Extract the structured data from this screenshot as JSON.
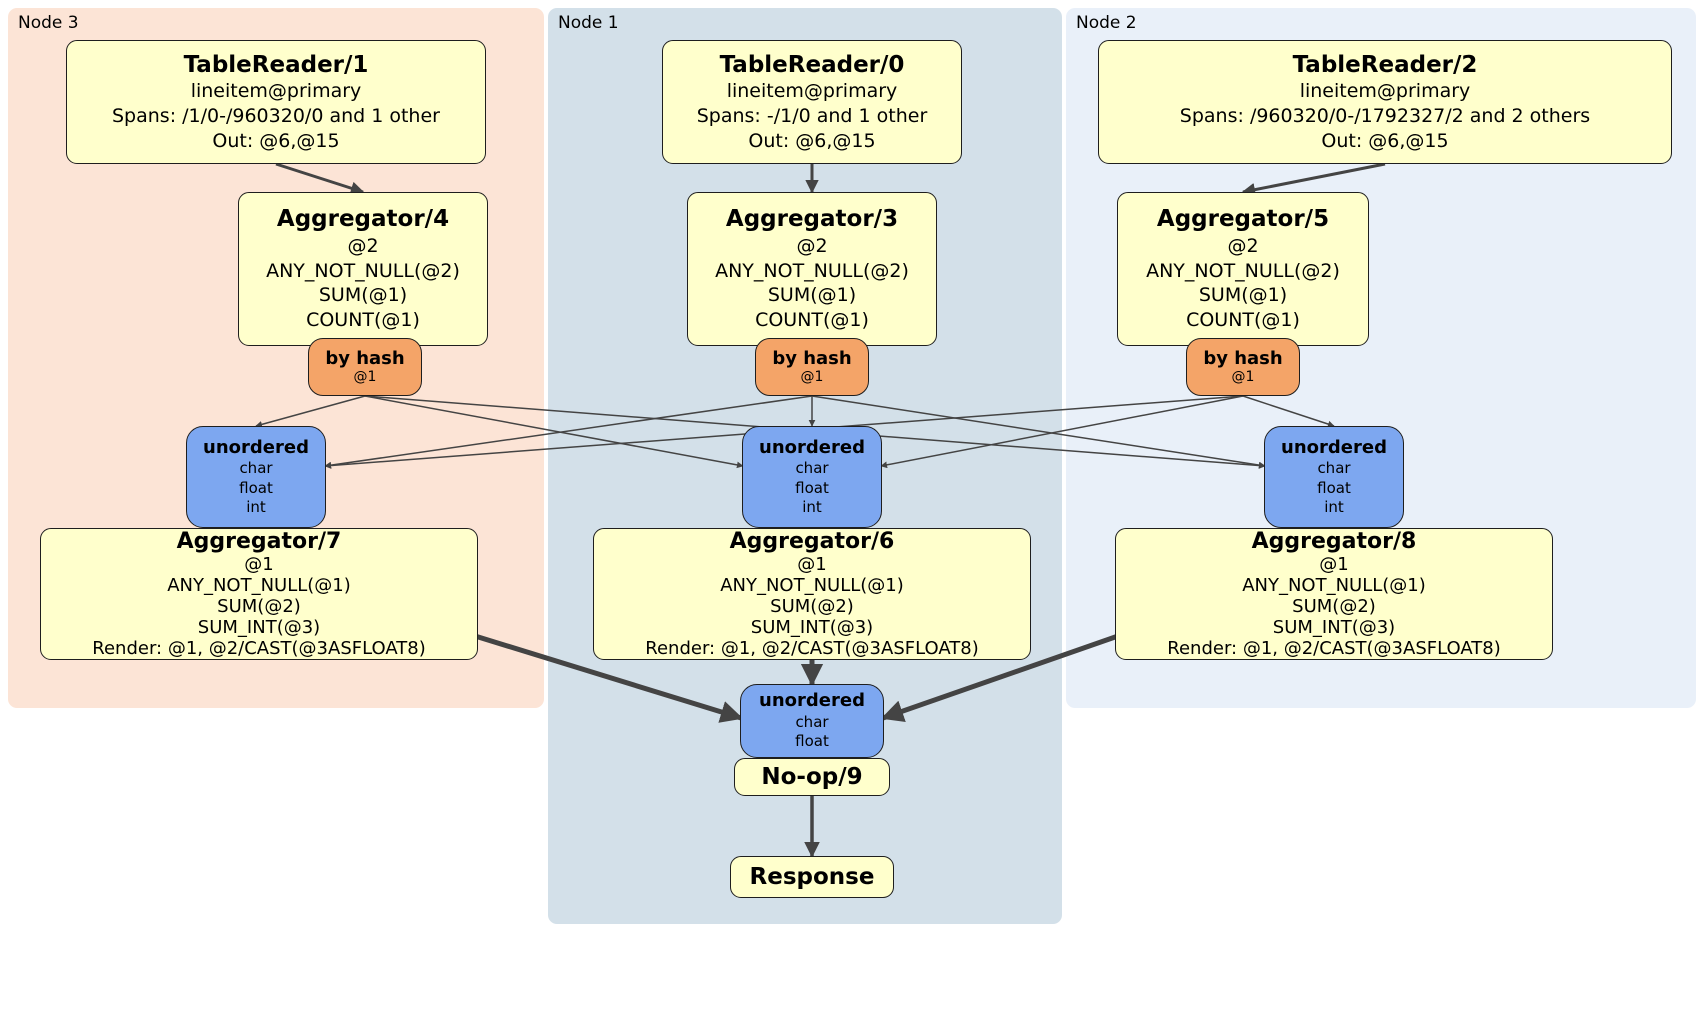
{
  "regions": {
    "node3": {
      "label": "Node 3"
    },
    "node1": {
      "label": "Node 1"
    },
    "node2": {
      "label": "Node 2"
    }
  },
  "boxes": {
    "tr1": {
      "title": "TableReader/1",
      "lines": [
        "lineitem@primary",
        "Spans: /1/0-/960320/0 and 1 other",
        "Out: @6,@15"
      ]
    },
    "tr0": {
      "title": "TableReader/0",
      "lines": [
        "lineitem@primary",
        "Spans: -/1/0 and 1 other",
        "Out: @6,@15"
      ]
    },
    "tr2": {
      "title": "TableReader/2",
      "lines": [
        "lineitem@primary",
        "Spans: /960320/0-/1792327/2 and 2 others",
        "Out: @6,@15"
      ]
    },
    "agg4": {
      "title": "Aggregator/4",
      "lines": [
        "@2",
        "ANY_NOT_NULL(@2)",
        "SUM(@1)",
        "COUNT(@1)"
      ]
    },
    "agg3": {
      "title": "Aggregator/3",
      "lines": [
        "@2",
        "ANY_NOT_NULL(@2)",
        "SUM(@1)",
        "COUNT(@1)"
      ]
    },
    "agg5": {
      "title": "Aggregator/5",
      "lines": [
        "@2",
        "ANY_NOT_NULL(@2)",
        "SUM(@1)",
        "COUNT(@1)"
      ]
    },
    "hashL": {
      "title": "by hash",
      "lines": [
        "@1"
      ]
    },
    "hashC": {
      "title": "by hash",
      "lines": [
        "@1"
      ]
    },
    "hashR": {
      "title": "by hash",
      "lines": [
        "@1"
      ]
    },
    "syncL": {
      "title": "unordered",
      "lines": [
        "char",
        "float",
        "int"
      ]
    },
    "syncC": {
      "title": "unordered",
      "lines": [
        "char",
        "float",
        "int"
      ]
    },
    "syncR": {
      "title": "unordered",
      "lines": [
        "char",
        "float",
        "int"
      ]
    },
    "agg7": {
      "title": "Aggregator/7",
      "lines": [
        "@1",
        "ANY_NOT_NULL(@1)",
        "SUM(@2)",
        "SUM_INT(@3)",
        "Render: @1, @2/CAST(@3ASFLOAT8)"
      ]
    },
    "agg6": {
      "title": "Aggregator/6",
      "lines": [
        "@1",
        "ANY_NOT_NULL(@1)",
        "SUM(@2)",
        "SUM_INT(@3)",
        "Render: @1, @2/CAST(@3ASFLOAT8)"
      ]
    },
    "agg8": {
      "title": "Aggregator/8",
      "lines": [
        "@1",
        "ANY_NOT_NULL(@1)",
        "SUM(@2)",
        "SUM_INT(@3)",
        "Render: @1, @2/CAST(@3ASFLOAT8)"
      ]
    },
    "syncB": {
      "title": "unordered",
      "lines": [
        "char",
        "float"
      ]
    },
    "noop": {
      "title": "No-op/9",
      "lines": []
    },
    "resp": {
      "title": "Response",
      "lines": []
    }
  },
  "edges": [
    {
      "from": "tr1",
      "to": "agg4",
      "w": 3
    },
    {
      "from": "tr0",
      "to": "agg3",
      "w": 3
    },
    {
      "from": "tr2",
      "to": "agg5",
      "w": 3
    },
    {
      "from": "hashL",
      "to": "syncL",
      "w": 1.5
    },
    {
      "from": "hashL",
      "to": "syncC",
      "w": 1.5
    },
    {
      "from": "hashL",
      "to": "syncR",
      "w": 1.5
    },
    {
      "from": "hashC",
      "to": "syncL",
      "w": 1.5
    },
    {
      "from": "hashC",
      "to": "syncC",
      "w": 1.5
    },
    {
      "from": "hashC",
      "to": "syncR",
      "w": 1.5
    },
    {
      "from": "hashR",
      "to": "syncL",
      "w": 1.5
    },
    {
      "from": "hashR",
      "to": "syncC",
      "w": 1.5
    },
    {
      "from": "hashR",
      "to": "syncB_null",
      "w": 0
    },
    {
      "from": "hashR",
      "to": "syncR",
      "w": 1.5
    },
    {
      "from": "agg7",
      "to": "syncB",
      "w": 5
    },
    {
      "from": "agg6",
      "to": "syncB",
      "w": 5
    },
    {
      "from": "agg8",
      "to": "syncB",
      "w": 5
    },
    {
      "from": "noop",
      "to": "resp",
      "w": 3.5
    }
  ],
  "colors": {
    "node3_bg": "#fce4d6",
    "node1_bg": "#d3e0e9",
    "node2_bg": "#e9f0f9",
    "processor_fill": "#ffffcc",
    "router_fill": "#f4a468",
    "sync_fill": "#7da7f0",
    "edge": "#444444"
  }
}
